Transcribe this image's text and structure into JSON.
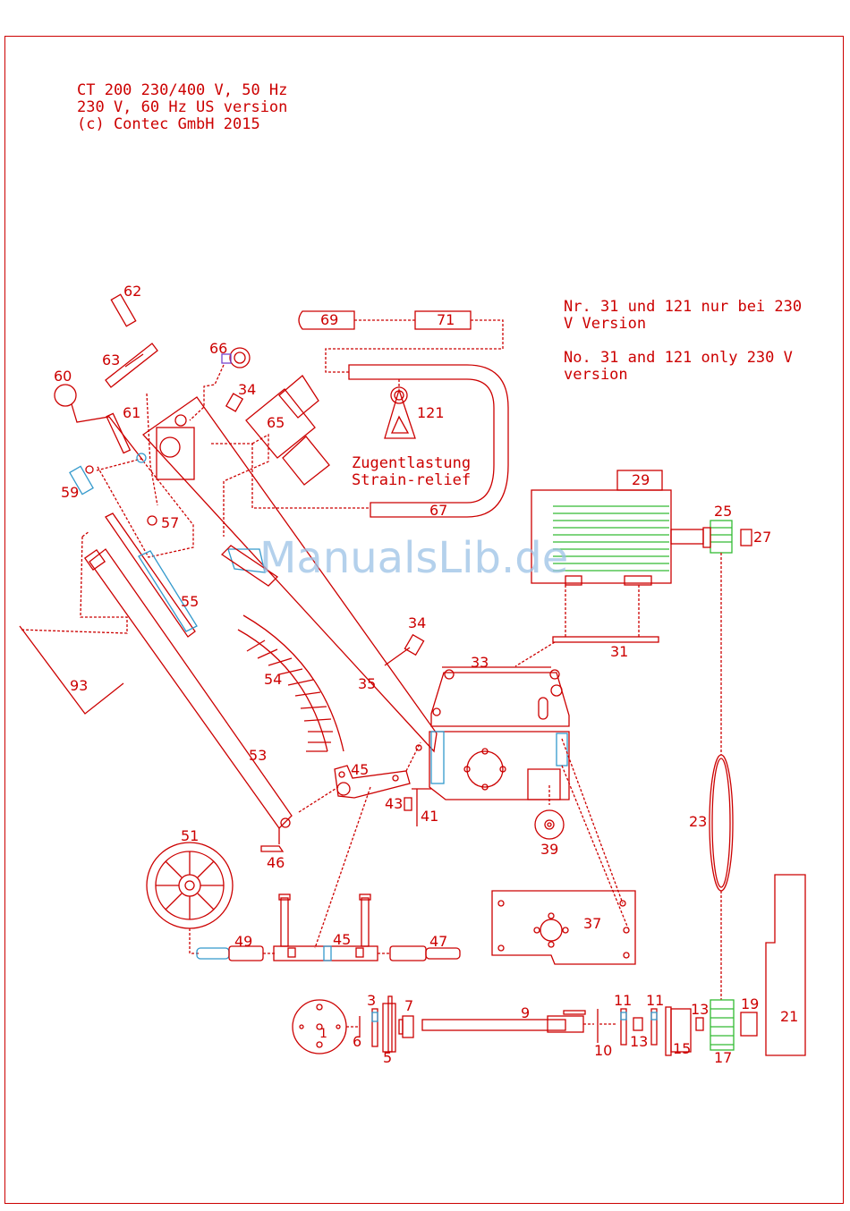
{
  "header": {
    "line1": "CT 200 230/400 V, 50 Hz",
    "line2": "230 V, 60 Hz US version",
    "line3": "(c) Contec GmbH 2015"
  },
  "notes": {
    "de_line1": "Nr. 31 und 121 nur bei 230",
    "de_line2": "V Version",
    "en_line1": "No. 31 and 121 only 230 V",
    "en_line2": "version"
  },
  "strain_relief": {
    "de": "Zugentlastung",
    "en": "Strain-relief"
  },
  "watermark": "ManualsLib.de",
  "parts": [
    "62",
    "63",
    "66",
    "60",
    "61",
    "34",
    "65",
    "59",
    "57",
    "55",
    "54",
    "93",
    "53",
    "35",
    "34",
    "69",
    "71",
    "121",
    "67",
    "29",
    "25",
    "27",
    "31",
    "33",
    "45",
    "43",
    "41",
    "39",
    "23",
    "46",
    "51",
    "49",
    "45",
    "47",
    "37",
    "1",
    "3",
    "6",
    "5",
    "7",
    "9",
    "10",
    "11",
    "13",
    "11",
    "13",
    "15",
    "17",
    "19",
    "21"
  ],
  "colors": {
    "line": "#cc0000",
    "green": "#33bb33",
    "blue": "#3399cc"
  }
}
